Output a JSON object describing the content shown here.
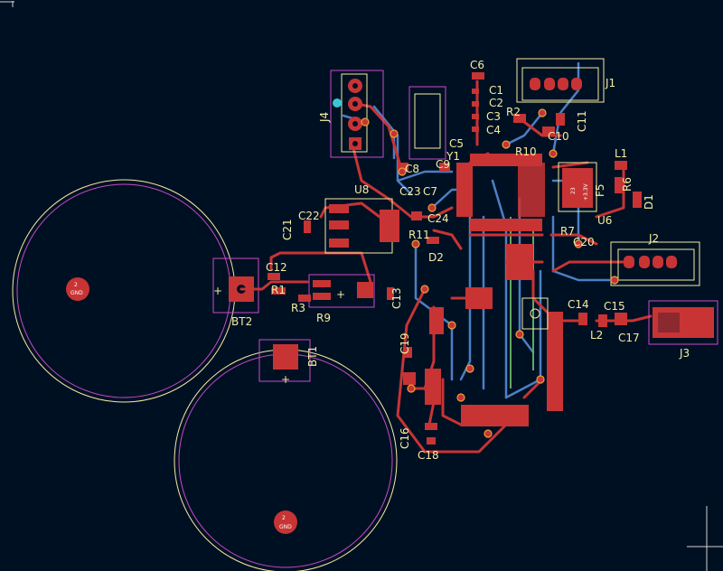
{
  "board": {
    "background": "#001023",
    "colors": {
      "front_copper": "#c83434",
      "back_copper": "#4d7fc4",
      "silkscreen": "#f2eda1",
      "fabrication": "#c84bc8",
      "edge_cuts": "#d0d2cd",
      "via_ring": "#e8a13a",
      "selection": "#38c5d6"
    },
    "refs": {
      "j1": "J1",
      "j2": "J2",
      "j3": "J3",
      "j4": "J4",
      "c1": "C1",
      "c2": "C2",
      "c3": "C3",
      "c4": "C4",
      "c5": "C5",
      "c6": "C6",
      "c7": "C7",
      "c8": "C8",
      "c9": "C9",
      "c10": "C10",
      "c11": "C11",
      "c12": "C12",
      "c13": "C13",
      "c14": "C14",
      "c15": "C15",
      "c16": "C16",
      "c17": "C17",
      "c18": "C18",
      "c19": "C19",
      "c20": "C20",
      "c21": "C21",
      "c22": "C22",
      "c23": "C23",
      "c24": "C24",
      "r1": "R1",
      "r2": "R2",
      "r3": "R3",
      "r6": "R6",
      "r7": "R7",
      "r9": "R9",
      "r10": "R10",
      "r11": "R11",
      "u6": "U6",
      "u8": "U8",
      "y1": "Y1",
      "l1": "L1",
      "l2": "L2",
      "d1": "D1",
      "d2": "D2",
      "f5": "F5",
      "bt1": "BT1",
      "bt2": "BT2"
    },
    "pad_labels": {
      "gnd": "GND",
      "pad2": "2",
      "v33": "+3.3V",
      "num23": "23",
      "plus": "+"
    }
  }
}
